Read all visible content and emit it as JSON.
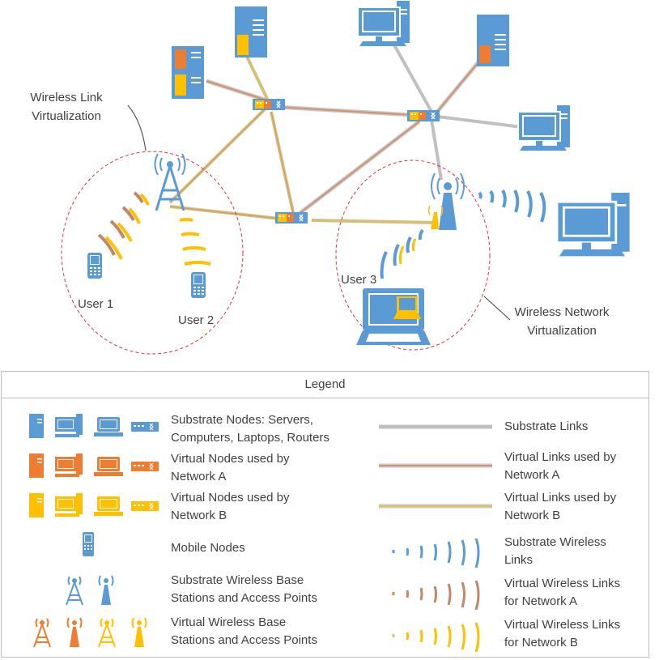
{
  "labels": {
    "wireless_link_virtualization": [
      "Wireless Link",
      "Virtualization"
    ],
    "wireless_network_virtualization": [
      "Wireless Network",
      "Virtualization"
    ],
    "user1": "User 1",
    "user2": "User 2",
    "user3": "User 3"
  },
  "legend": {
    "title": "Legend",
    "left": [
      {
        "lines": [
          "Substrate Nodes: Servers,",
          "Computers, Laptops, Routers"
        ]
      },
      {
        "lines": [
          "Virtual Nodes used by",
          "Network A"
        ]
      },
      {
        "lines": [
          "Virtual Nodes used by",
          "Network B"
        ]
      },
      {
        "lines": [
          "Mobile Nodes"
        ]
      },
      {
        "lines": [
          "Substrate Wireless Base",
          "Stations and Access Points"
        ]
      },
      {
        "lines": [
          "Virtual Wireless Base",
          "Stations and Access Points"
        ]
      }
    ],
    "right": [
      {
        "lines": [
          "Substrate Links"
        ]
      },
      {
        "lines": [
          "Virtual Links used by",
          "Network A"
        ]
      },
      {
        "lines": [
          "Virtual Links used by",
          "Network B"
        ]
      },
      {
        "lines": [
          "Substrate Wireless",
          "Links"
        ]
      },
      {
        "lines": [
          "Virtual Wireless Links",
          "for Network A"
        ]
      },
      {
        "lines": [
          "Virtual Wireless Links",
          "for Network B"
        ]
      }
    ]
  },
  "colors": {
    "substrate": "#5b9bd5",
    "network_a": "#ed7d31",
    "network_b": "#ffc000",
    "substrate_link": "#bfbfbf",
    "link_a": "#c0886a",
    "link_b": "#d4c07a",
    "region_border": "#e03030"
  },
  "icons": {
    "server": "server-icon",
    "computer": "desktop-computer-icon",
    "laptop": "laptop-icon",
    "router": "router-icon",
    "mobile": "mobile-phone-icon",
    "tower": "base-station-tower-icon",
    "access_point": "access-point-icon"
  }
}
